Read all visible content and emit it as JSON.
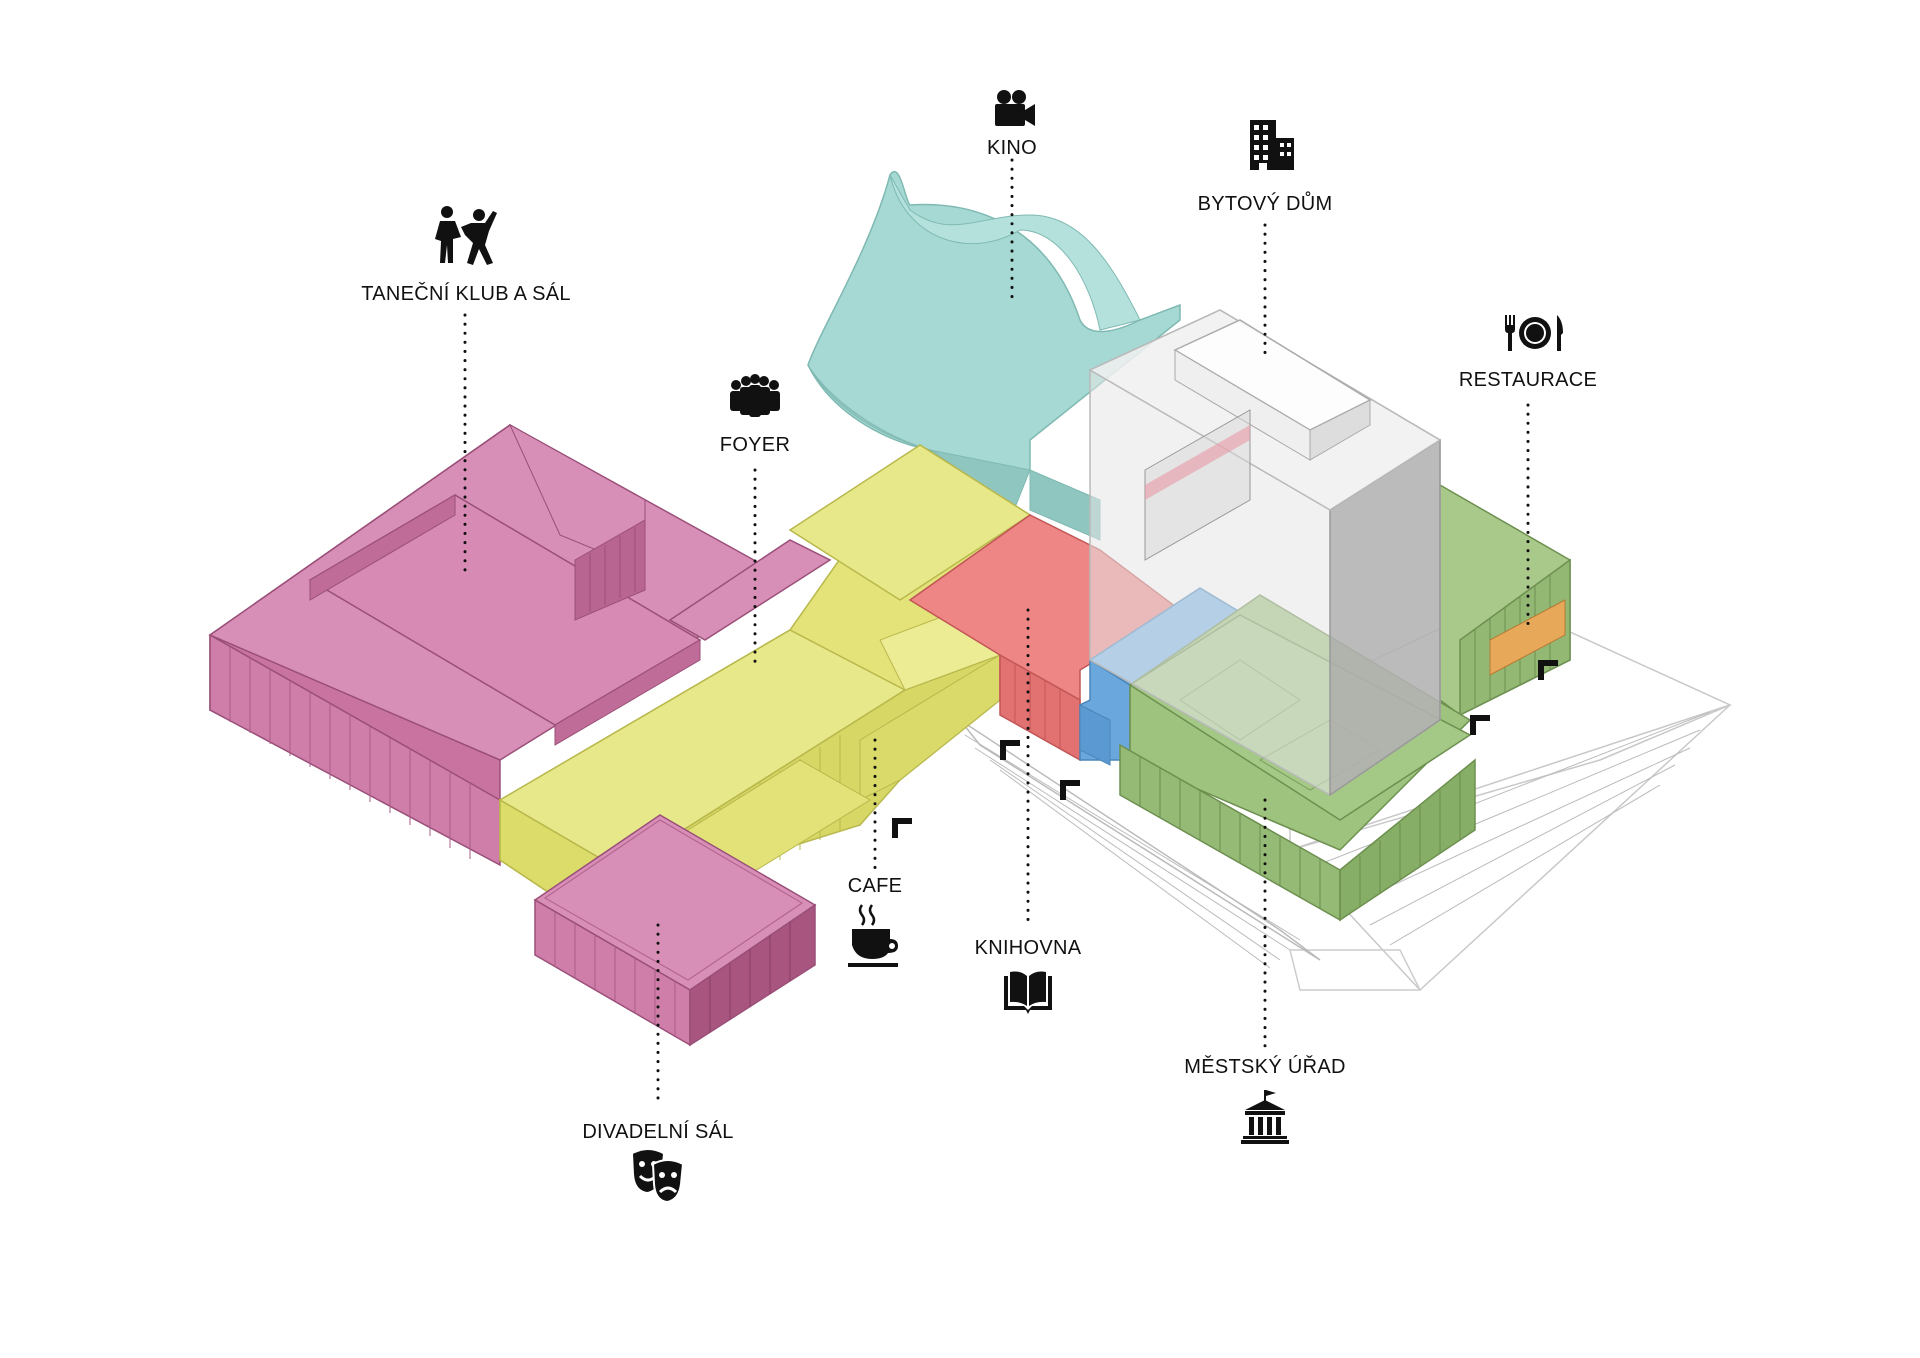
{
  "diagram": {
    "colors": {
      "pink": "#d689b2",
      "yellow": "#e6e67a",
      "teal": "#a6d9d3",
      "red": "#ef8686",
      "blue": "#78b4e6",
      "green": "#9ec37f",
      "orange": "#e8a85a",
      "glass": "#cfcfcf"
    },
    "labels": {
      "kino": "KINO",
      "bytovy_dum": "BYTOVÝ DŮM",
      "tanecni_klub": "TANEČNÍ KLUB A SÁL",
      "restaurace": "RESTAURACE",
      "foyer": "FOYER",
      "cafe": "CAFE",
      "knihovna": "KNIHOVNA",
      "mestsky_urad": "MĚSTSKÝ ÚŘAD",
      "divadelni_sal": "DIVADELNÍ SÁL"
    },
    "icons": {
      "kino": "video-camera-icon",
      "bytovy_dum": "apartment-building-icon",
      "tanecni_klub": "dancers-icon",
      "restaurace": "dining-plate-icon",
      "foyer": "crowd-icon",
      "cafe": "coffee-cup-icon",
      "knihovna": "open-book-icon",
      "mestsky_urad": "town-hall-icon",
      "divadelni_sal": "theatre-masks-icon"
    }
  }
}
